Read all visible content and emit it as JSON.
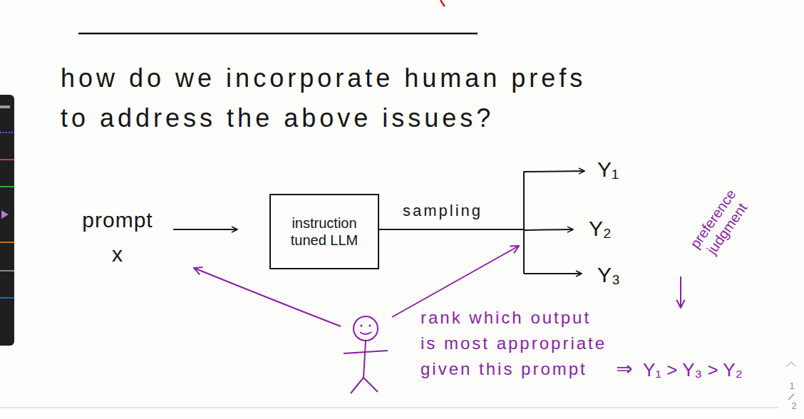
{
  "diagram": {
    "title": "how do we incorporate human prefs to address the above issues?",
    "nodes": [
      {
        "text": [
          "instruction tuned LLM"
        ]
      }
    ],
    "labels": [
      "prompt x",
      "sampling",
      "Y₁",
      "Y₂",
      "Y₃",
      "preference judgment",
      "rank which output is most appropriate given this prompt",
      "⇒",
      "Y₁ > Y₃ > Y₂",
      "1",
      "2"
    ]
  }
}
